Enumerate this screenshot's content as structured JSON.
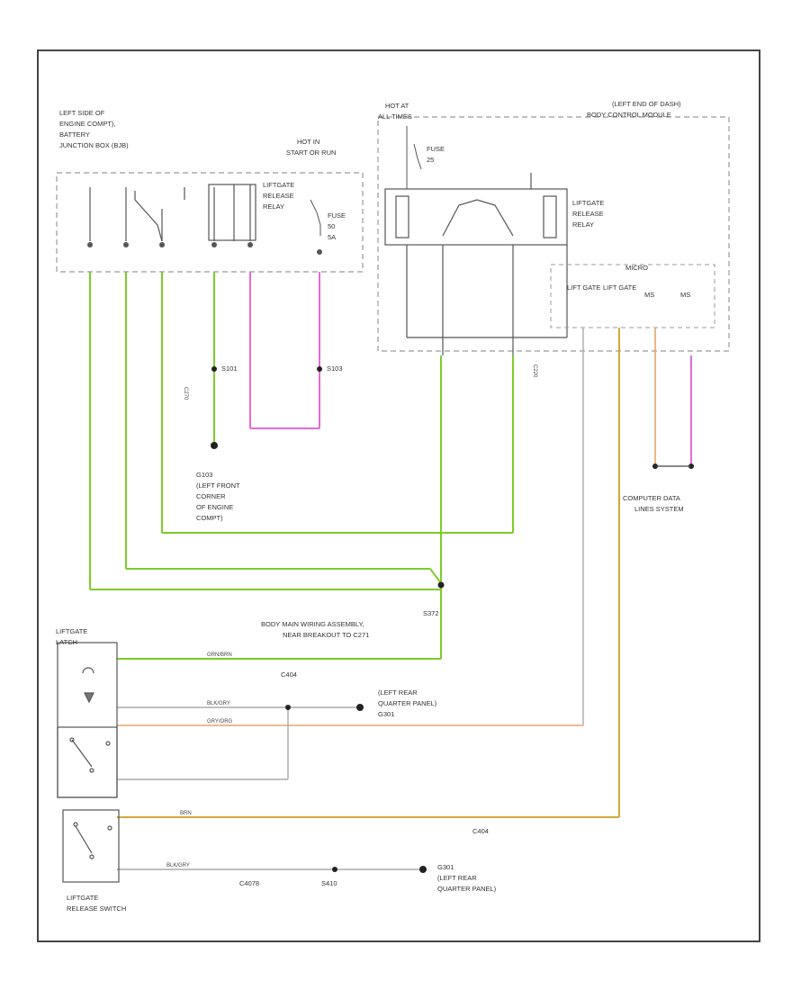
{
  "colors": {
    "green": "#7ccc2a",
    "pink": "#e46ad8",
    "orange": "#e9a36a",
    "yellow": "#d1a83a",
    "gray": "#999999",
    "border": "#444444",
    "dash": "#9a9a9a"
  },
  "labels": {
    "engine_box": [
      "LEFT SIDE OF",
      "ENGINE COMPT),",
      "BATTERY",
      "JUNCTION BOX (BJB)"
    ],
    "hot_start": [
      "HOT IN",
      "START OR RUN"
    ],
    "left_relay": [
      "LIFTGATE",
      "RELEASE",
      "RELAY"
    ],
    "left_fuse": [
      "FUSE",
      "50",
      "5A"
    ],
    "hot_all": [
      "HOT AT",
      "ALL TIMES"
    ],
    "bcm": [
      "(LEFT END OF DASH)",
      "BODY CONTROL MODULE"
    ],
    "right_fuse": [
      "FUSE",
      "25"
    ],
    "right_relay": [
      "LIFTGATE",
      "RELEASE",
      "RELAY"
    ],
    "micro": "MICRO",
    "micro_pins": [
      "LIFT GATE",
      "LIFT GATE",
      "MS",
      "MS"
    ],
    "splice_s101": "S101",
    "splice_s103": "S103",
    "g103": [
      "G103",
      "(LEFT FRONT",
      "CORNER",
      "OF ENGINE",
      "COMPT)"
    ],
    "computer": [
      "COMPUTER DATA",
      "LINES SYSTEM"
    ],
    "s372": [
      "S372",
      "BODY MAIN WIRING ASSEMBLY,",
      "NEAR BREAKOUT TO C271"
    ],
    "latch": [
      "LIFTGATE",
      "LATCH"
    ],
    "c404_a": "C404",
    "rear1": [
      "(LEFT REAR",
      "QUARTER PANEL)",
      "G301"
    ],
    "c404_b": "C404",
    "release_switch": [
      "LIFTGATE",
      "RELEASE SWITCH"
    ],
    "c4078": "C4078",
    "s410": "S410",
    "g301_b": [
      "G301",
      "(LEFT REAR",
      "QUARTER PANEL)"
    ],
    "wire_grn": "GRN/BRN",
    "wire_blk": "BLK/GRY",
    "wire_gry": "GRY/ORG",
    "wire_ylw": "BRN",
    "wire_blk2": "BLK/GRY",
    "conn_c270": "C270",
    "conn_c220": "C220"
  }
}
